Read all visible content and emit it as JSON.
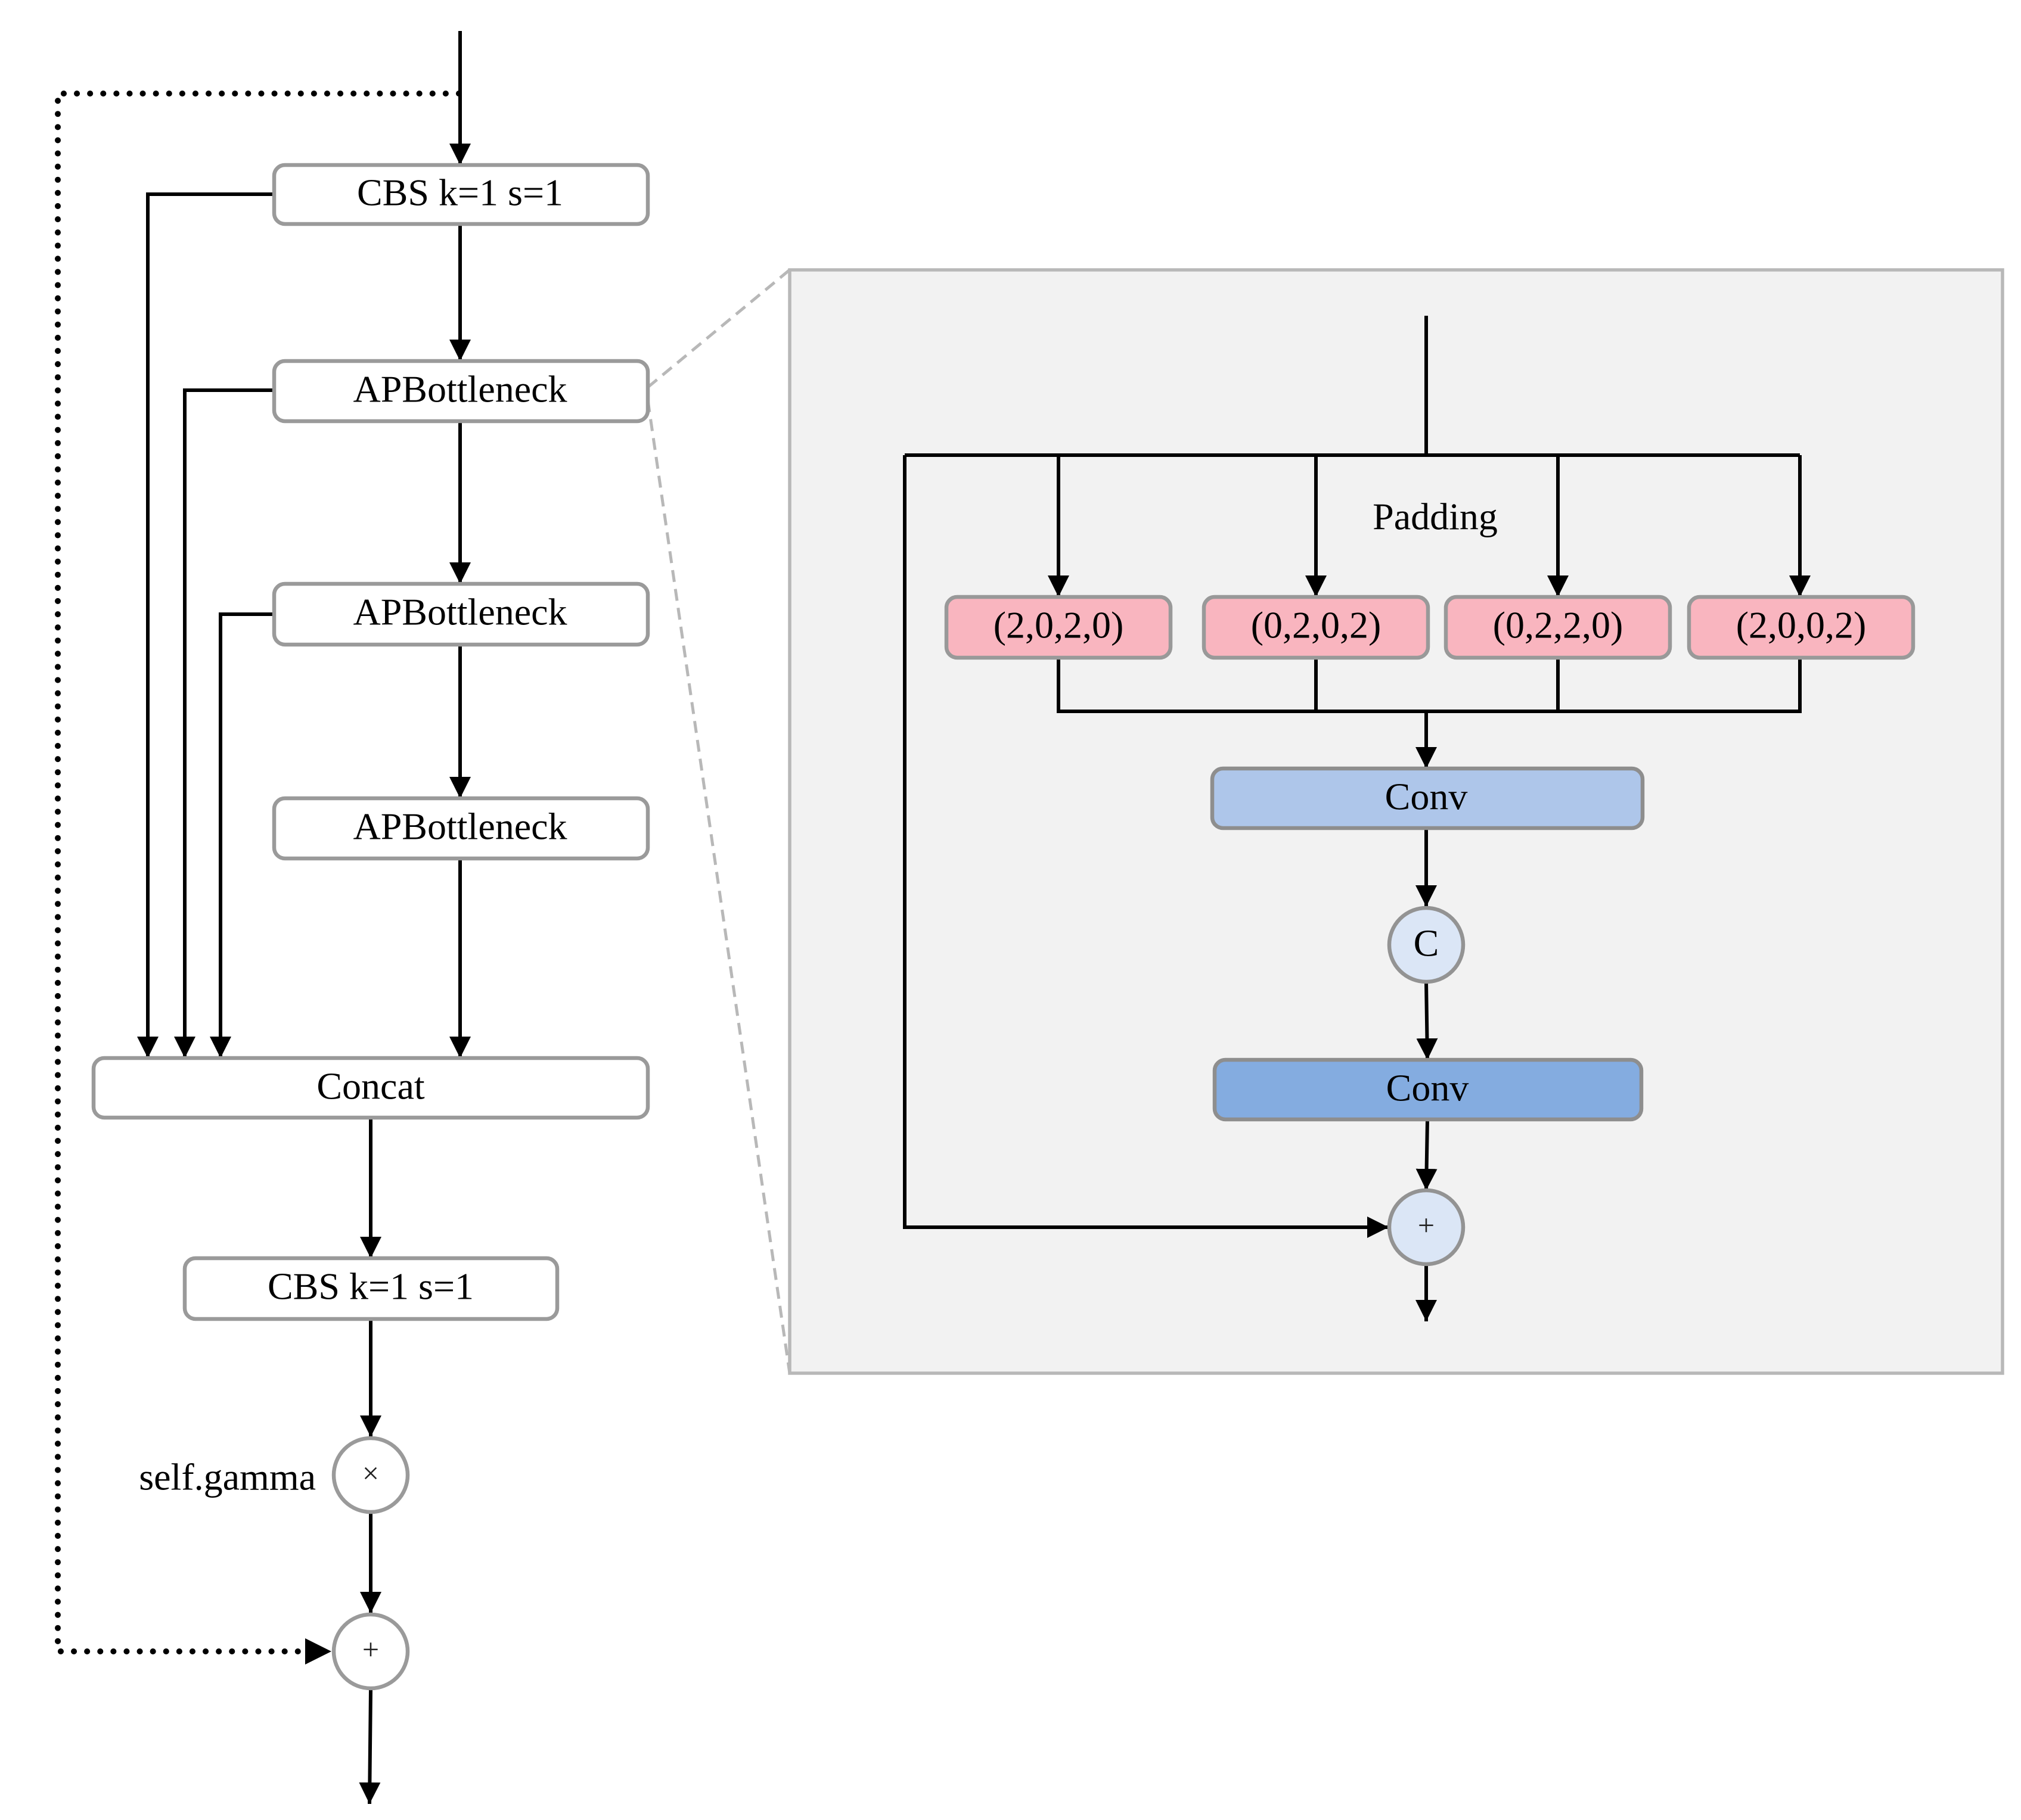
{
  "left_flow": {
    "cbs_top_label": "CBS k=1 s=1",
    "bottleneck_1_label": "APBottleneck",
    "bottleneck_2_label": "APBottleneck",
    "bottleneck_3_label": "APBottleneck",
    "concat_label": "Concat",
    "cbs_bottom_label": "CBS k=1 s=1",
    "gamma_label": "self.gamma",
    "multiply_symbol": "×",
    "add_symbol": "+"
  },
  "detail_panel": {
    "padding_label": "Padding",
    "pad_options": [
      "(2,0,2,0)",
      "(0,2,0,2)",
      "(0,2,2,0)",
      "(2,0,0,2)"
    ],
    "conv_1_label": "Conv",
    "concat_symbol": "C",
    "conv_2_label": "Conv",
    "add_symbol": "+"
  },
  "colors": {
    "pad_fill": "#f9b5bf",
    "conv_1_fill": "#aec6ea",
    "conv_2_fill": "#84ace0",
    "circle_blue_fill": "#dbe6f6",
    "panel_fill": "#f2f2f2"
  }
}
